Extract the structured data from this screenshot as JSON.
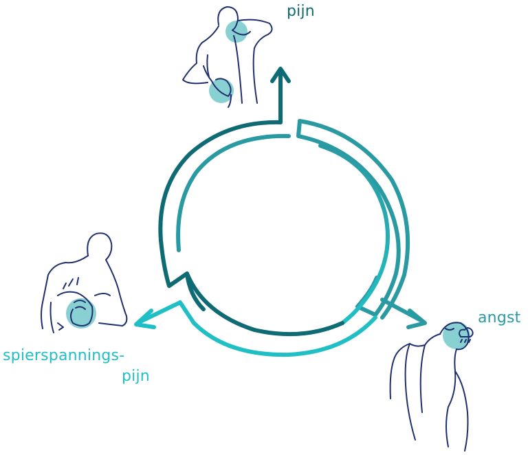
{
  "labels": {
    "top": "pijn",
    "right": "angst",
    "left_line1": "spierspannings-",
    "left_line2": "pijn"
  },
  "colors": {
    "dark_teal": "#0e6a73",
    "mid_teal": "#2a9aa2",
    "light_teal": "#20bfc6",
    "figure_stroke": "#1f2f6e",
    "highlight_circle": "#6cc4c8"
  },
  "icons": [
    "back-pain-figure",
    "anxious-figure",
    "chest-pain-figure",
    "rain-cloud-icon"
  ]
}
